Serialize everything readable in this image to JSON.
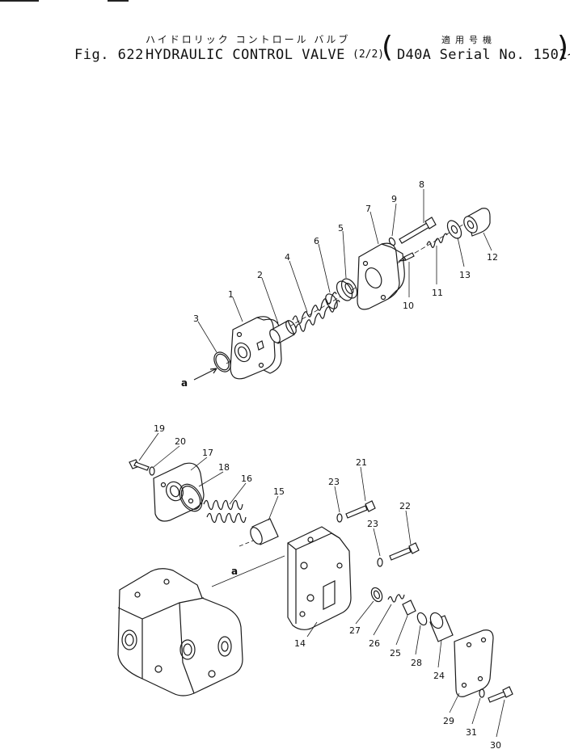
{
  "header": {
    "title_jp": "ハイドロリック コントロール バルブ",
    "fig_label": "Fig. 622",
    "title": "HYDRAULIC CONTROL VALVE",
    "sheet_fraction": "(2/2)",
    "applicability_jp": "適用号機",
    "applicability": "D40A Serial No. 1501~"
  },
  "labels": {
    "callouts": [
      "1",
      "2",
      "3",
      "4",
      "5",
      "6",
      "7",
      "8",
      "9",
      "10",
      "11",
      "12",
      "13",
      "14",
      "15",
      "16",
      "17",
      "18",
      "19",
      "20",
      "21",
      "22",
      "23",
      "23",
      "24",
      "25",
      "26",
      "27",
      "28",
      "29",
      "30",
      "31"
    ],
    "connection_a_upper": "a",
    "connection_a_lower": "a"
  }
}
